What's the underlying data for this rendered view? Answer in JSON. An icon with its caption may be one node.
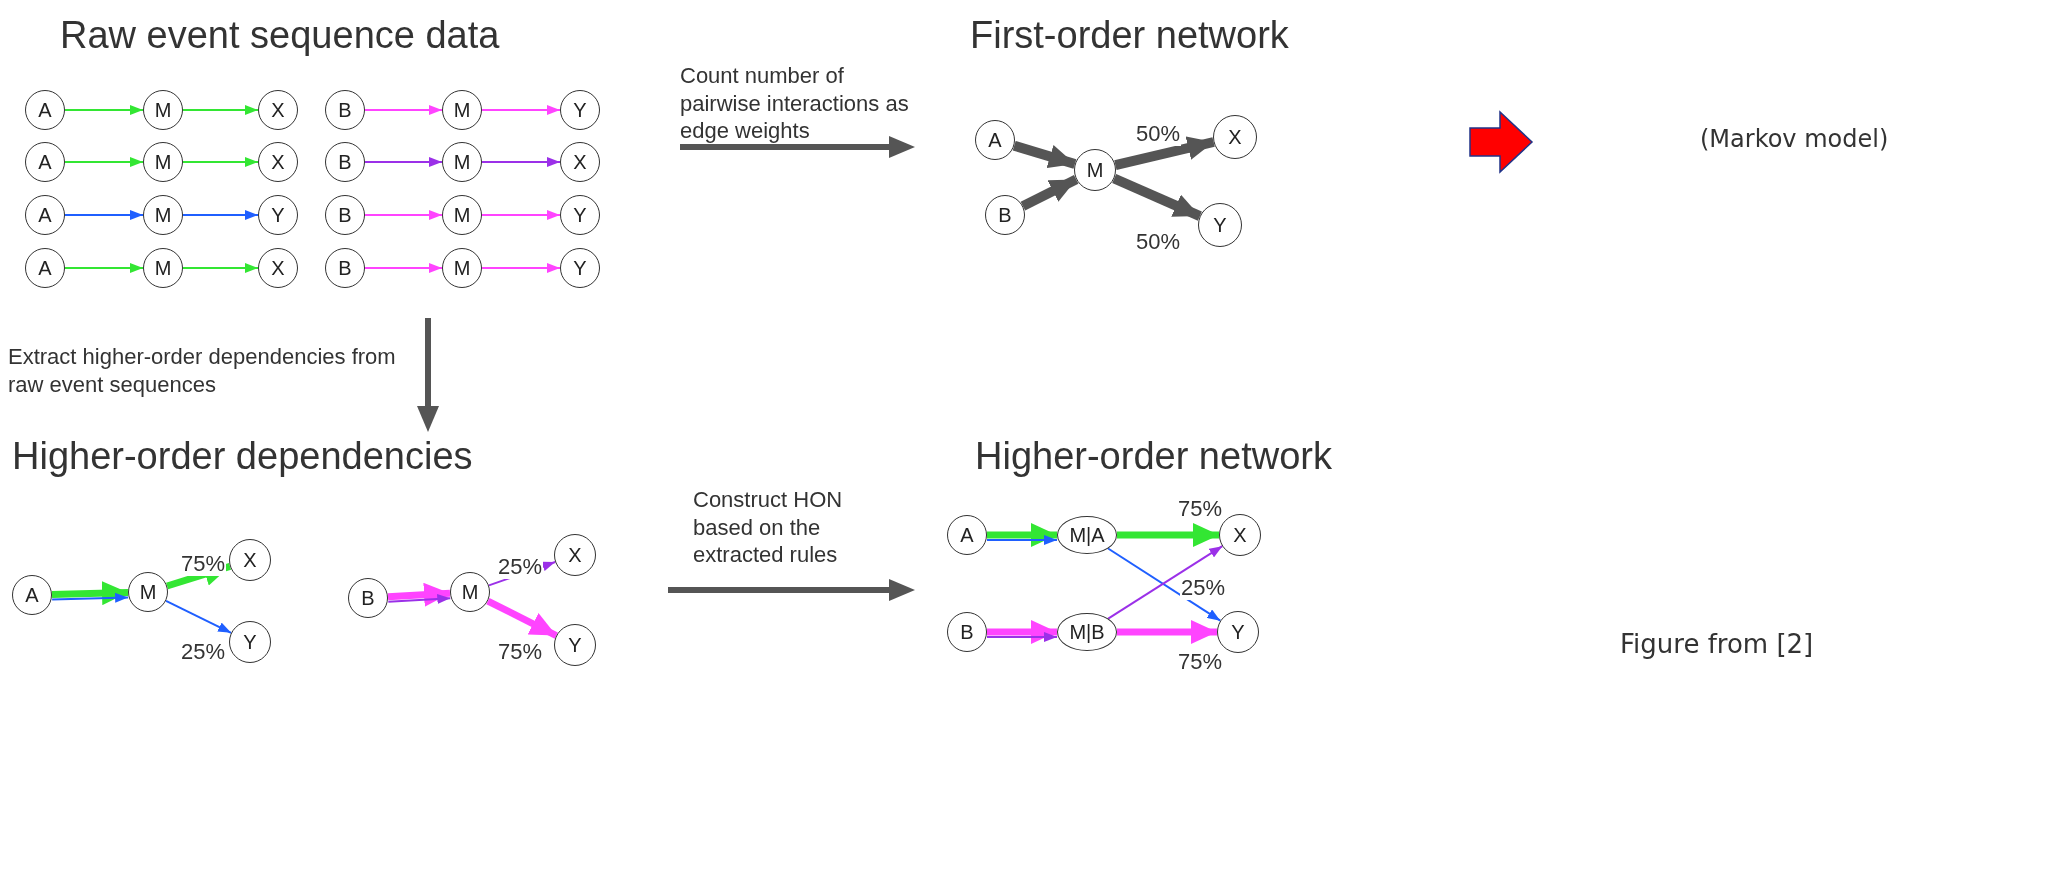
{
  "diagram": {
    "nodes": [
      {
        "text": [
          "A"
        ]
      },
      {
        "text": [
          "M"
        ]
      },
      {
        "text": [
          "X"
        ]
      },
      {
        "text": [
          "B"
        ]
      },
      {
        "text": [
          "M"
        ]
      },
      {
        "text": [
          "Y"
        ]
      },
      {
        "text": [
          "A"
        ]
      },
      {
        "text": [
          "M"
        ]
      },
      {
        "text": [
          "X"
        ]
      },
      {
        "text": [
          "B"
        ]
      },
      {
        "text": [
          "M"
        ]
      },
      {
        "text": [
          "X"
        ]
      },
      {
        "text": [
          "A"
        ]
      },
      {
        "text": [
          "M"
        ]
      },
      {
        "text": [
          "Y"
        ]
      },
      {
        "text": [
          "B"
        ]
      },
      {
        "text": [
          "M"
        ]
      },
      {
        "text": [
          "Y"
        ]
      },
      {
        "text": [
          "A"
        ]
      },
      {
        "text": [
          "M"
        ]
      },
      {
        "text": [
          "X"
        ]
      },
      {
        "text": [
          "B"
        ]
      },
      {
        "text": [
          "M"
        ]
      },
      {
        "text": [
          "Y"
        ]
      },
      {
        "text": [
          "A"
        ]
      },
      {
        "text": [
          "X"
        ]
      },
      {
        "text": [
          "M"
        ]
      },
      {
        "text": [
          "B"
        ]
      },
      {
        "text": [
          "Y"
        ]
      },
      {
        "text": [
          "X"
        ]
      },
      {
        "text": [
          "X"
        ]
      },
      {
        "text": [
          "A"
        ]
      },
      {
        "text": [
          "M"
        ]
      },
      {
        "text": [
          "B"
        ]
      },
      {
        "text": [
          "M"
        ]
      },
      {
        "text": [
          "Y"
        ]
      },
      {
        "text": [
          "Y"
        ]
      },
      {
        "text": [
          "A"
        ]
      },
      {
        "text": [
          "M|A"
        ]
      },
      {
        "text": [
          "X"
        ]
      },
      {
        "text": [
          "B"
        ]
      },
      {
        "text": [
          "M|B"
        ]
      },
      {
        "text": [
          "Y"
        ]
      }
    ],
    "edges": [
      {
        "from": 0,
        "to": 1,
        "arrow": "to",
        "color": "#33e633"
      },
      {
        "from": 1,
        "to": 2,
        "arrow": "to",
        "color": "#33e633"
      },
      {
        "from": 3,
        "to": 4,
        "arrow": "to",
        "color": "#ff44ff"
      },
      {
        "from": 4,
        "to": 5,
        "arrow": "to",
        "color": "#ff44ff"
      },
      {
        "from": 6,
        "to": 7,
        "arrow": "to",
        "color": "#33e633"
      },
      {
        "from": 7,
        "to": 8,
        "arrow": "to",
        "color": "#33e633"
      },
      {
        "from": 9,
        "to": 10,
        "arrow": "to",
        "color": "#9b30e8"
      },
      {
        "from": 10,
        "to": 11,
        "arrow": "to",
        "color": "#9b30e8"
      },
      {
        "from": 12,
        "to": 13,
        "arrow": "to",
        "color": "#1f5fff"
      },
      {
        "from": 13,
        "to": 14,
        "arrow": "to",
        "color": "#1f5fff"
      },
      {
        "from": 15,
        "to": 16,
        "arrow": "to",
        "color": "#ff44ff"
      },
      {
        "from": 16,
        "to": 17,
        "arrow": "to",
        "color": "#ff44ff"
      },
      {
        "from": 18,
        "to": 19,
        "arrow": "to",
        "color": "#33e633"
      },
      {
        "from": 19,
        "to": 20,
        "arrow": "to",
        "color": "#33e633"
      },
      {
        "from": 21,
        "to": 22,
        "arrow": "to",
        "color": "#ff44ff"
      },
      {
        "from": 22,
        "to": 23,
        "arrow": "to",
        "color": "#ff44ff"
      },
      {
        "from": 24,
        "to": 26,
        "arrow": "to",
        "style": "thick",
        "color": "#555555"
      },
      {
        "from": 27,
        "to": 26,
        "arrow": "to",
        "style": "thick",
        "color": "#555555"
      },
      {
        "from": 26,
        "to": 25,
        "arrow": "to",
        "style": "thick",
        "color": "#555555",
        "label": "50%"
      },
      {
        "from": 26,
        "to": 28,
        "arrow": "to",
        "style": "thick",
        "color": "#555555",
        "label": "50%"
      },
      {
        "from": 31,
        "to": 32,
        "arrow": "to",
        "style": "thick",
        "color": "#33e633"
      },
      {
        "from": 31,
        "to": 32,
        "arrow": "to",
        "color": "#1f5fff"
      },
      {
        "from": 32,
        "to": 29,
        "arrow": "to",
        "style": "thick",
        "color": "#33e633",
        "label": "75%"
      },
      {
        "from": 32,
        "to": 35,
        "arrow": "to",
        "color": "#1f5fff",
        "label": "25%"
      },
      {
        "from": 33,
        "to": 34,
        "arrow": "to",
        "style": "thick",
        "color": "#ff44ff"
      },
      {
        "from": 33,
        "to": 34,
        "arrow": "to",
        "color": "#9b30e8"
      },
      {
        "from": 34,
        "to": 30,
        "arrow": "to",
        "color": "#9b30e8",
        "label": "25%"
      },
      {
        "from": 34,
        "to": 36,
        "arrow": "to",
        "style": "thick",
        "color": "#ff44ff",
        "label": "75%"
      },
      {
        "from": 37,
        "to": 38,
        "arrow": "to",
        "style": "thick",
        "color": "#33e633"
      },
      {
        "from": 37,
        "to": 38,
        "arrow": "to",
        "color": "#1f5fff"
      },
      {
        "from": 38,
        "to": 39,
        "arrow": "to",
        "style": "thick",
        "color": "#33e633",
        "label": "75%"
      },
      {
        "from": 38,
        "to": 42,
        "arrow": "to",
        "color": "#1f5fff",
        "label": "25%"
      },
      {
        "from": 40,
        "to": 41,
        "arrow": "to",
        "style": "thick",
        "color": "#ff44ff"
      },
      {
        "from": 40,
        "to": 41,
        "arrow": "to",
        "color": "#9b30e8"
      },
      {
        "from": 41,
        "to": 39,
        "arrow": "to",
        "color": "#9b30e8"
      },
      {
        "from": 41,
        "to": 42,
        "arrow": "to",
        "style": "thick",
        "color": "#ff44ff",
        "label": "75%"
      }
    ],
    "labels": [
      "Raw event sequence data",
      "First-order network",
      "Count number of pairwise interactions as edge weights",
      "(Markov model)",
      "Extract higher-order dependencies from raw event sequences",
      "Higher-order dependencies",
      "Construct HON based on the extracted rules",
      "Higher-order network",
      "Figure from [2]"
    ]
  }
}
